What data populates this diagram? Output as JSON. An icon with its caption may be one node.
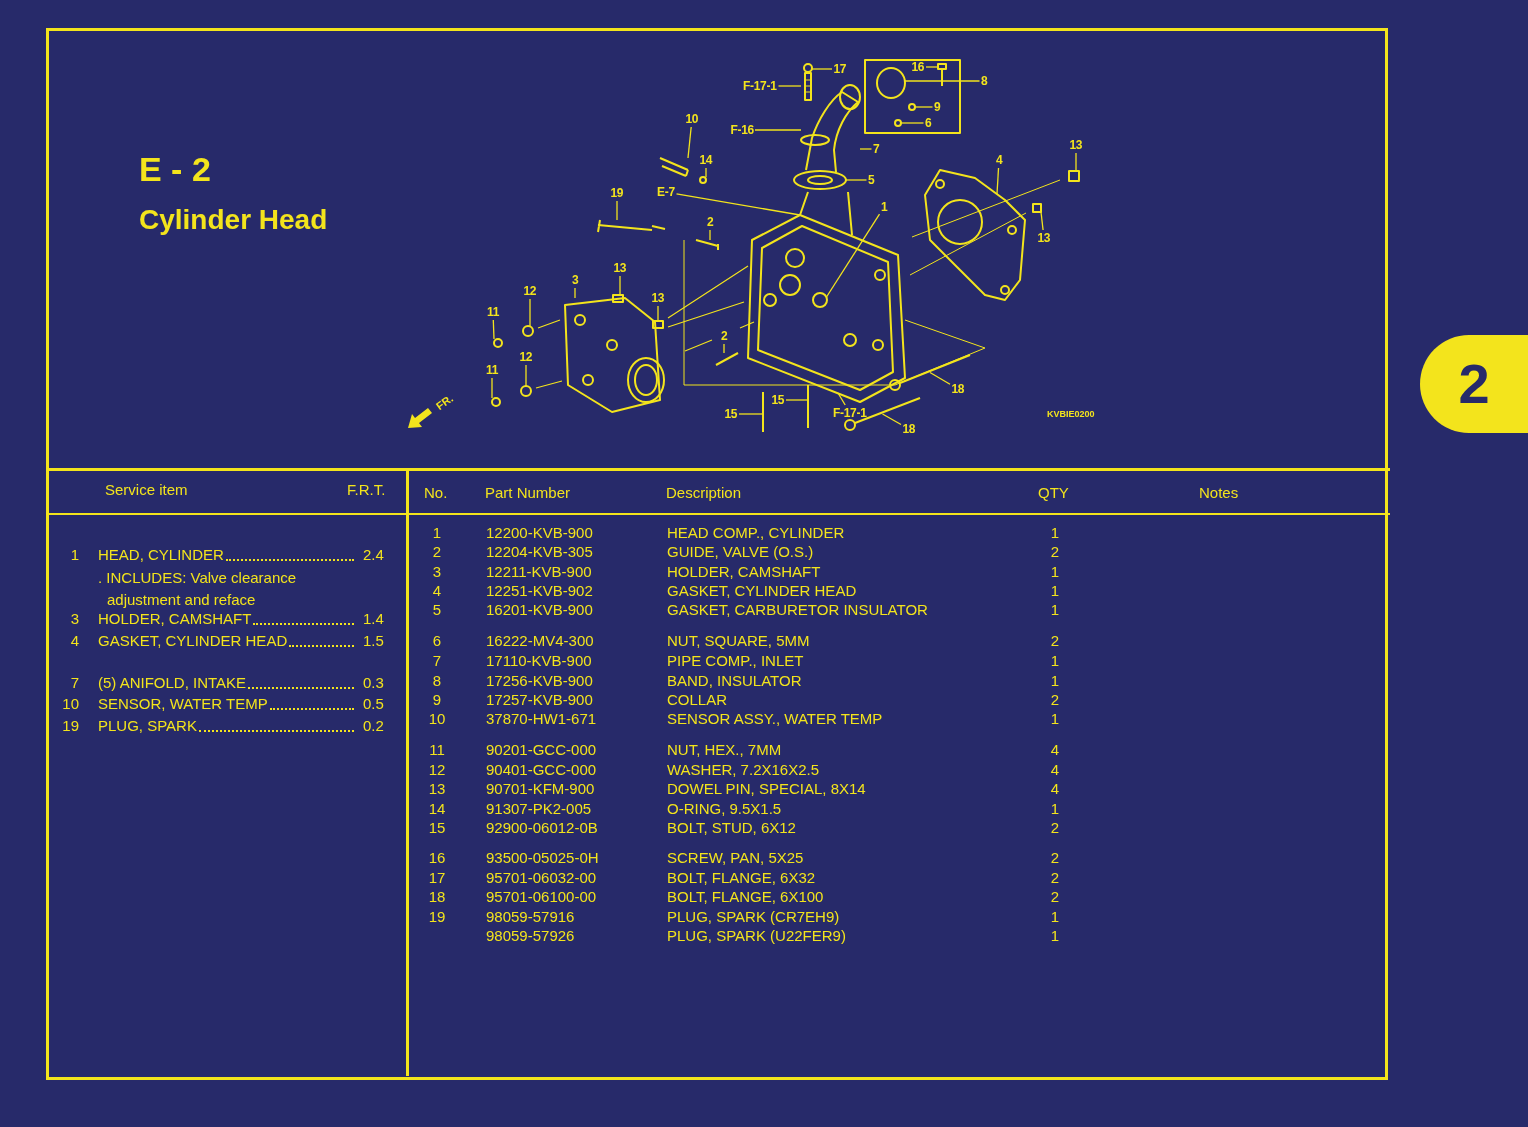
{
  "diagram": {
    "title": "Cylinder Head",
    "nodes": [
      {
        "text": [
          "17"
        ]
      },
      {
        "text": [
          "F-17-1"
        ]
      },
      {
        "text": [
          "16"
        ]
      },
      {
        "text": [
          "8"
        ]
      },
      {
        "text": [
          "9"
        ]
      },
      {
        "text": [
          "6"
        ]
      },
      {
        "text": [
          "10"
        ]
      },
      {
        "text": [
          "F-16"
        ]
      },
      {
        "text": [
          "14"
        ]
      },
      {
        "text": [
          "7"
        ]
      },
      {
        "text": [
          "5"
        ]
      },
      {
        "text": [
          "E-7"
        ]
      },
      {
        "text": [
          "19"
        ]
      },
      {
        "text": [
          "13"
        ]
      },
      {
        "text": [
          "4"
        ]
      },
      {
        "text": [
          "1"
        ]
      },
      {
        "text": [
          "13"
        ]
      },
      {
        "text": [
          "2"
        ]
      },
      {
        "text": [
          "13"
        ]
      },
      {
        "text": [
          "12"
        ]
      },
      {
        "text": [
          "3"
        ]
      },
      {
        "text": [
          "13"
        ]
      },
      {
        "text": [
          "11"
        ]
      },
      {
        "text": [
          "2"
        ]
      },
      {
        "text": [
          "12"
        ]
      },
      {
        "text": [
          "11"
        ]
      },
      {
        "text": [
          "15"
        ]
      },
      {
        "text": [
          "15"
        ]
      },
      {
        "text": [
          "F-17-1"
        ]
      },
      {
        "text": [
          "18"
        ]
      },
      {
        "text": [
          "18"
        ]
      },
      {
        "text": [],
        "shape": "picture"
      },
      {
        "text": [],
        "shape": "picture"
      },
      {
        "text": [],
        "shape": "circle"
      },
      {
        "text": [],
        "shape": "picture"
      },
      {
        "text": [],
        "shape": "circle"
      },
      {
        "text": [],
        "shape": "circle"
      },
      {
        "text": [],
        "shape": "picture"
      },
      {
        "text": [],
        "shape": "circle"
      },
      {
        "text": [],
        "shape": "picture"
      },
      {
        "text": [],
        "shape": "picture"
      },
      {
        "text": [],
        "shape": "picture"
      },
      {
        "text": [],
        "shape": "box"
      },
      {
        "text": [],
        "shape": "picture"
      },
      {
        "text": [],
        "shape": "box"
      },
      {
        "text": [],
        "shape": "picture"
      },
      {
        "text": [],
        "shape": "box"
      },
      {
        "text": [],
        "shape": "circle"
      },
      {
        "text": [],
        "shape": "picture"
      },
      {
        "text": [],
        "shape": "box"
      },
      {
        "text": [],
        "shape": "circle"
      },
      {
        "text": [],
        "shape": "picture"
      },
      {
        "text": [],
        "shape": "circle"
      },
      {
        "text": [],
        "shape": "circle"
      },
      {
        "text": [],
        "shape": "picture"
      },
      {
        "text": [],
        "shape": "picture"
      },
      {
        "text": [],
        "shape": "picture"
      },
      {
        "text": [],
        "shape": "picture"
      }
    ],
    "edges": [
      {
        "from": 0,
        "to": 31,
        "arrow": "none"
      },
      {
        "from": 1,
        "to": 32,
        "arrow": "none"
      },
      {
        "from": 2,
        "to": 34,
        "arrow": "none"
      },
      {
        "from": 3,
        "to": 33,
        "arrow": "none"
      },
      {
        "from": 4,
        "to": 35,
        "arrow": "none"
      },
      {
        "from": 5,
        "to": 36,
        "arrow": "none"
      },
      {
        "from": 6,
        "to": 37,
        "arrow": "none"
      },
      {
        "from": 7,
        "to": 32,
        "arrow": "none"
      },
      {
        "from": 8,
        "to": 38,
        "arrow": "none"
      },
      {
        "from": 9,
        "to": 32,
        "arrow": "none"
      },
      {
        "from": 10,
        "to": 39,
        "arrow": "none"
      },
      {
        "from": 11,
        "to": 40,
        "arrow": "none"
      },
      {
        "from": 12,
        "to": 41,
        "arrow": "none"
      },
      {
        "from": 13,
        "to": 42,
        "arrow": "none"
      },
      {
        "from": 14,
        "to": 43,
        "arrow": "none"
      },
      {
        "from": 15,
        "to": 40,
        "arrow": "none"
      },
      {
        "from": 16,
        "to": 44,
        "arrow": "none"
      },
      {
        "from": 17,
        "to": 45,
        "arrow": "none"
      },
      {
        "from": 18,
        "to": 46,
        "arrow": "none"
      },
      {
        "from": 19,
        "to": 47,
        "arrow": "none"
      },
      {
        "from": 20,
        "to": 48,
        "arrow": "none"
      },
      {
        "from": 21,
        "to": 49,
        "arrow": "none"
      },
      {
        "from": 22,
        "to": 50,
        "arrow": "none"
      },
      {
        "from": 23,
        "to": 51,
        "arrow": "none"
      },
      {
        "from": 24,
        "to": 52,
        "arrow": "none"
      },
      {
        "from": 25,
        "to": 53,
        "arrow": "none"
      },
      {
        "from": 26,
        "to": 54,
        "arrow": "none"
      },
      {
        "from": 27,
        "to": 55,
        "arrow": "none"
      },
      {
        "from": 28,
        "to": 40,
        "arrow": "none"
      },
      {
        "from": 29,
        "to": 56,
        "arrow": "none"
      },
      {
        "from": 30,
        "to": 57,
        "arrow": "none"
      }
    ],
    "labels": [
      "E - 2",
      "FR.",
      "KVBIE0200",
      "2",
      "Service item",
      "F.R.T.",
      "1",
      "HEAD, CYLINDER",
      "2.4",
      ". INCLUDES: Valve clearance adjustment and reface",
      "3",
      "HOLDER, CAMSHAFT",
      "1.4",
      "4",
      "GASKET, CYLINDER HEAD",
      "1.5",
      "7",
      "(5) ANIFOLD, INTAKE",
      "0.3",
      "10",
      "SENSOR, WATER TEMP",
      "0.5",
      "19",
      "PLUG, SPARK",
      "0.2",
      "No.",
      "Part Number",
      "Description",
      "QTY",
      "Notes",
      "1",
      "12200-KVB-900",
      "HEAD COMP., CYLINDER",
      "1",
      "2",
      "12204-KVB-305",
      "GUIDE, VALVE (O.S.)",
      "2",
      "3",
      "12211-KVB-900",
      "HOLDER, CAMSHAFT",
      "1",
      "4",
      "12251-KVB-902",
      "GASKET, CYLINDER HEAD",
      "1",
      "5",
      "16201-KVB-900",
      "GASKET, CARBURETOR INSULATOR",
      "1",
      "6",
      "16222-MV4-300",
      "NUT, SQUARE, 5MM",
      "2",
      "7",
      "17110-KVB-900",
      "PIPE COMP., INLET",
      "1",
      "8",
      "17256-KVB-900",
      "BAND, INSULATOR",
      "1",
      "9",
      "17257-KVB-900",
      "COLLAR",
      "2",
      "10",
      "37870-HW1-671",
      "SENSOR ASSY., WATER TEMP",
      "1",
      "11",
      "90201-GCC-000",
      "NUT, HEX., 7MM",
      "4",
      "12",
      "90401-GCC-000",
      "WASHER, 7.2X16X2.5",
      "4",
      "13",
      "90701-KFM-900",
      "DOWEL PIN, SPECIAL, 8X14",
      "4",
      "14",
      "91307-PK2-005",
      "O-RING, 9.5X1.5",
      "1",
      "15",
      "92900-06012-0B",
      "BOLT, STUD, 6X12",
      "2",
      "16",
      "93500-05025-0H",
      "SCREW, PAN, 5X25",
      "2",
      "17",
      "95701-06032-00",
      "BOLT, FLANGE, 6X32",
      "2",
      "18",
      "95701-06100-00",
      "BOLT, FLANGE, 6X100",
      "2",
      "19",
      "98059-57916",
      "PLUG, SPARK (CR7EH9)",
      "1",
      "98059-57926",
      "PLUG, SPARK (U22FER9)",
      "1"
    ]
  }
}
